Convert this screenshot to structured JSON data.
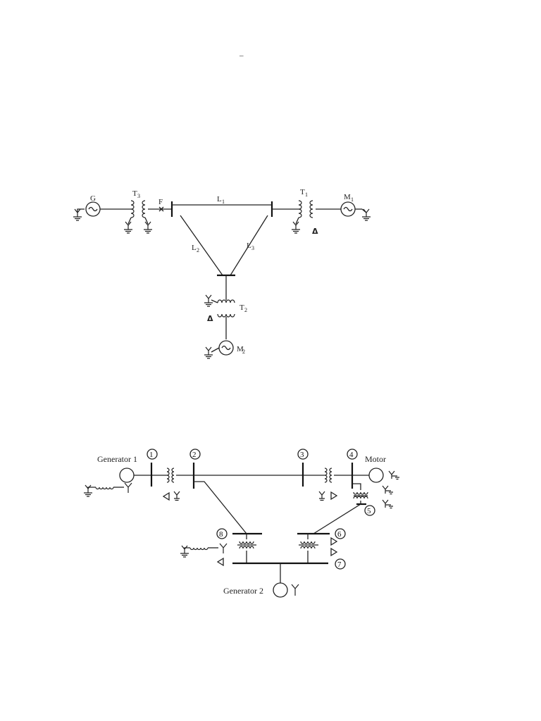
{
  "top_mark": "_",
  "diagram1": {
    "generator_G": "G",
    "transformer_T3": {
      "main": "T",
      "sub": "3"
    },
    "fault_F": "F",
    "line_L1": {
      "main": "L",
      "sub": "1"
    },
    "line_L2": {
      "main": "L",
      "sub": "2"
    },
    "line_L3": {
      "main": "L",
      "sub": "3"
    },
    "transformer_T1": {
      "main": "T",
      "sub": "1"
    },
    "motor_M1": {
      "main": "M",
      "sub": "1"
    },
    "transformer_T2": {
      "main": "T",
      "sub": "2"
    },
    "motor_M2": {
      "main": "M",
      "sub": "2"
    },
    "delta_symbol": "Δ"
  },
  "diagram2": {
    "generator1": "Generator 1",
    "generator2": "Generator 2",
    "motor": "Motor",
    "buses": [
      "1",
      "2",
      "3",
      "4",
      "5",
      "6",
      "7",
      "8"
    ]
  }
}
